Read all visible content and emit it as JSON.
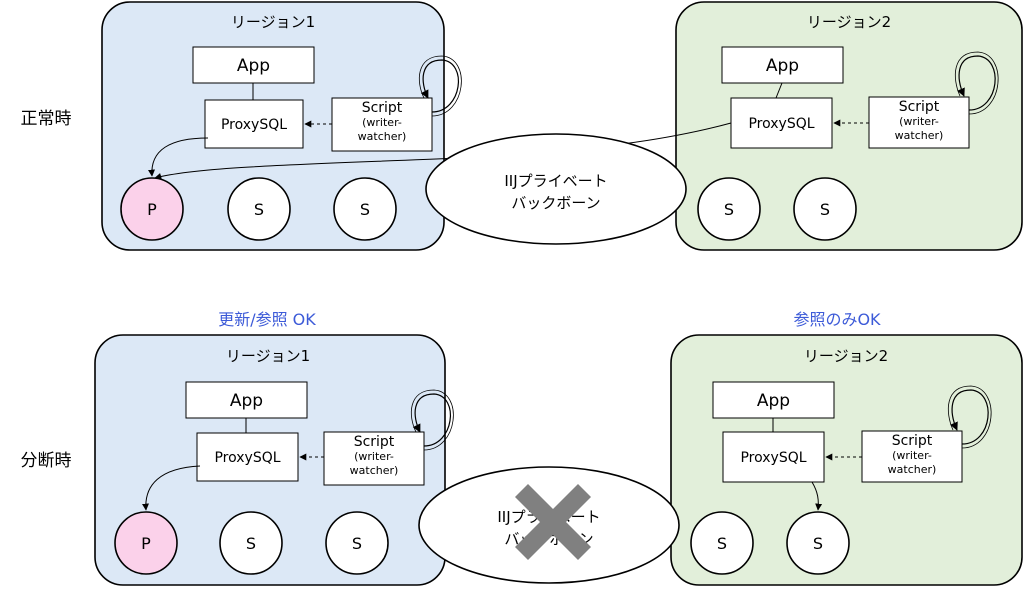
{
  "rows": [
    {
      "label": "正常時",
      "left_status": "",
      "right_status": "",
      "backbone": "IIJプライベート\nバックボーン",
      "region1": {
        "title": "リージョン1",
        "app": "App",
        "proxy": "ProxySQL",
        "script": "Script\n(writer-\nwatcher)",
        "nodes": [
          "P",
          "S",
          "S"
        ]
      },
      "region2": {
        "title": "リージョン2",
        "app": "App",
        "proxy": "ProxySQL",
        "script": "Script\n(writer-\nwatcher)",
        "nodes": [
          "S",
          "S"
        ]
      }
    },
    {
      "label": "分断時",
      "left_status": "更新/参照 OK",
      "right_status": "参照のみOK",
      "backbone": "IIJプライベート\nバックボーン",
      "region1": {
        "title": "リージョン1",
        "app": "App",
        "proxy": "ProxySQL",
        "script": "Script\n(writer-\nwatcher)",
        "nodes": [
          "P",
          "S",
          "S"
        ]
      },
      "region2": {
        "title": "リージョン2",
        "app": "App",
        "proxy": "ProxySQL",
        "script": "Script\n(writer-\nwatcher)",
        "nodes": [
          "S",
          "S"
        ]
      }
    }
  ],
  "colors": {
    "region1_fill": "#dce8f6",
    "region2_fill": "#e2efda",
    "primary_fill": "#fbd1ea",
    "status_text": "#3d5bd8",
    "cross": "#808080"
  }
}
